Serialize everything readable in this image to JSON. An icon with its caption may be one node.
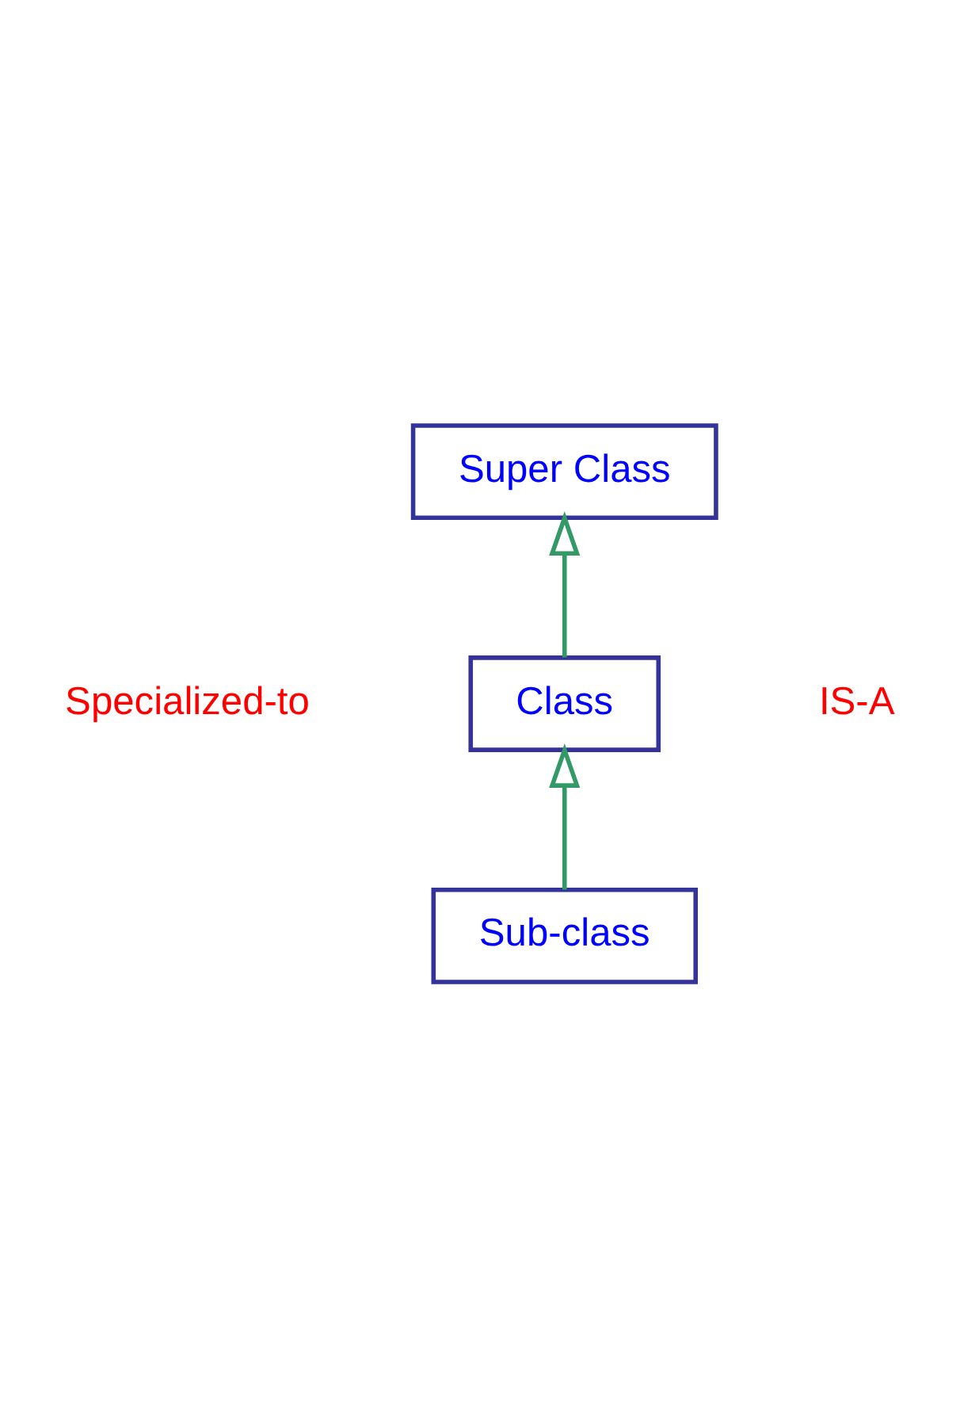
{
  "diagram": {
    "nodes": [
      {
        "text": [
          "Super Class"
        ]
      },
      {
        "text": [
          "Class"
        ]
      },
      {
        "text": [
          "Sub-class"
        ]
      }
    ],
    "edges": [
      {
        "from": 1,
        "to": 0,
        "arrow": "to"
      },
      {
        "from": 2,
        "to": 1,
        "arrow": "to"
      }
    ],
    "labels": [
      "Specialized-to",
      "IS-A"
    ]
  }
}
